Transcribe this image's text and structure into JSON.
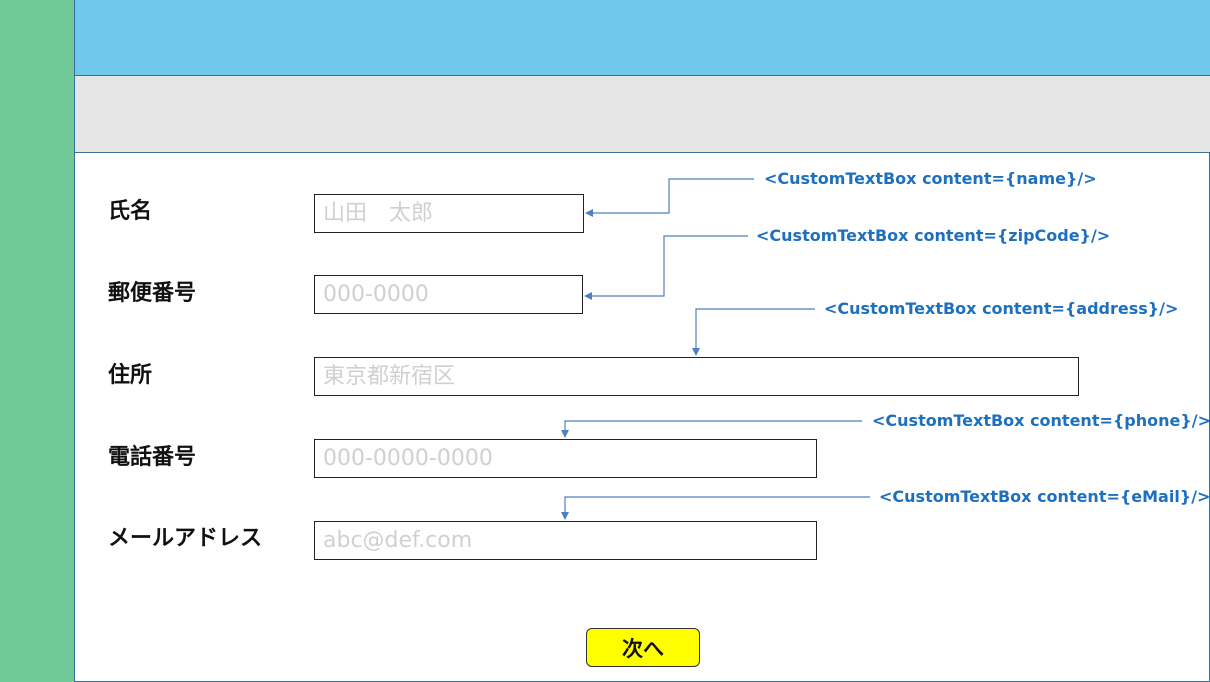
{
  "form": {
    "fields": [
      {
        "label": "氏名",
        "placeholder": "山田　太郎"
      },
      {
        "label": "郵便番号",
        "placeholder": "000-0000"
      },
      {
        "label": "住所",
        "placeholder": "東京都新宿区"
      },
      {
        "label": "電話番号",
        "placeholder": "000-0000-0000"
      },
      {
        "label": "メールアドレス",
        "placeholder": "abc@def.com"
      }
    ],
    "next_label": "次へ"
  },
  "annotations": [
    "<CustomTextBox  content={name}/>",
    "<CustomTextBox  content={zipCode}/>",
    "<CustomTextBox  content={address}/>",
    "<CustomTextBox  content={phone}/>",
    "<CustomTextBox  content={eMail}/>"
  ],
  "colors": {
    "sidebar": "#70c997",
    "header": "#70c9ec",
    "subheader": "#e6e6e6",
    "annotation_text": "#1f6fbf",
    "connector_line": "#4f7fbf",
    "next_button": "#ffff00"
  }
}
